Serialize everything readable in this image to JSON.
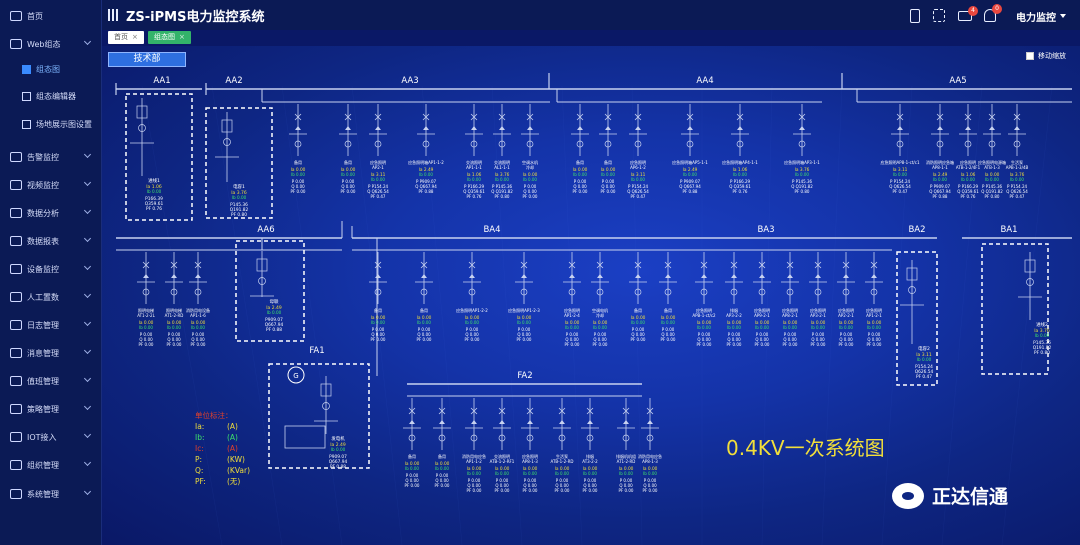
{
  "app": {
    "title": "ZS-iPMS电力监控系统",
    "user": "电力监控"
  },
  "header": {
    "mail_badge": "4",
    "bell_badge": "0"
  },
  "sidebar": {
    "items": [
      {
        "label": "首页"
      },
      {
        "label": "Web组态"
      },
      {
        "label": "组态图",
        "sub": true,
        "active": true
      },
      {
        "label": "组态编辑器",
        "sub": true
      },
      {
        "label": "场地展示图设置",
        "sub": true
      },
      {
        "label": "告警监控"
      },
      {
        "label": "视频监控"
      },
      {
        "label": "数据分析"
      },
      {
        "label": "数据报表"
      },
      {
        "label": "设备监控"
      },
      {
        "label": "人工置数"
      },
      {
        "label": "日志管理"
      },
      {
        "label": "消息管理"
      },
      {
        "label": "值班管理"
      },
      {
        "label": "策略管理"
      },
      {
        "label": "IOT接入"
      },
      {
        "label": "组织管理"
      },
      {
        "label": "系统管理"
      }
    ]
  },
  "tabs": [
    {
      "label": "首页"
    },
    {
      "label": "组态图"
    }
  ],
  "canvas": {
    "department_button": "技术部",
    "zoom_toggle_label": "移动缩放",
    "diagram_title": "0.4KV一次系统图",
    "watermark": "正达信通"
  },
  "legend": {
    "title": "单位标注：",
    "rows": [
      {
        "key": "Ia:",
        "unit": "(A)",
        "color": "#f2df3a"
      },
      {
        "key": "Ib:",
        "unit": "(A)",
        "color": "#3ee06a"
      },
      {
        "key": "Ic:",
        "unit": "(A)",
        "color": "#e0402b"
      },
      {
        "key": "P:",
        "unit": "(KW)",
        "color": "#f2df3a"
      },
      {
        "key": "Q:",
        "unit": "(KVar)",
        "color": "#f2df3a"
      },
      {
        "key": "PF:",
        "unit": "(无)",
        "color": "#f2df3a"
      }
    ]
  },
  "panels": {
    "AA1": {
      "label": "AA1",
      "device": "进线1",
      "Ia": "1.06",
      "P": "P166.39",
      "Q": "Q359.61",
      "PF": "0.76"
    },
    "AA2": {
      "label": "AA2",
      "device": "电容1",
      "Ia": "3.76",
      "P": "P145.36",
      "Q": "Q191.82",
      "PF": "0.80"
    },
    "AA3": {
      "label": "AA3",
      "feeders": [
        {
          "name": "备用",
          "Ia": "0.00",
          "P": "0.00",
          "Q": "0.00",
          "PF": "0.00"
        },
        {
          "name": "备用",
          "Ia": "0.00",
          "P": "0.00",
          "Q": "0.00",
          "PF": "0.00"
        },
        {
          "name": "应急照明\nAP2-1",
          "Ia": "3.11",
          "P": "P154.24",
          "Q": "Q626.54",
          "PF": "0.47"
        },
        {
          "name": "应急照明箱AP1-1-2",
          "Ia": "2.49",
          "P": "P909.07",
          "Q": "Q667.94",
          "PF": "0.88"
        },
        {
          "name": "交流照明\nAP1-1-1",
          "Ia": "1.06",
          "P": "P166.29",
          "Q": "Q359.61",
          "PF": "0.76"
        },
        {
          "name": "交流照明\nAL1-1-1",
          "Ia": "3.76",
          "P": "P145.36",
          "Q": "Q191.82",
          "PF": "0.80"
        },
        {
          "name": "空调水机\n冷却",
          "Ia": "0.00",
          "P": "0.00",
          "Q": "0.00",
          "PF": "0.00"
        }
      ]
    },
    "AA4": {
      "label": "AA4",
      "feeders": [
        {
          "name": "备用",
          "Ia": "0.00",
          "P": "0.00",
          "Q": "0.00",
          "PF": "0.00"
        },
        {
          "name": "备用",
          "Ia": "0.00",
          "P": "0.00",
          "Q": "0.00",
          "PF": "0.00"
        },
        {
          "name": "应急照明\nAP6-1-2",
          "Ia": "3.11",
          "P": "P154.24",
          "Q": "Q626.54",
          "PF": "0.47"
        },
        {
          "name": "应急照明箱AP5-1-1",
          "Ia": "2.49",
          "P": "P909.07",
          "Q": "Q667.94",
          "PF": "0.88"
        },
        {
          "name": "应急照明箱AP4-1-1",
          "Ia": "1.06",
          "P": "P166.29",
          "Q": "Q359.61",
          "PF": "0.76"
        },
        {
          "name": "应急照明箱AP3-1-1",
          "Ia": "3.76",
          "P": "P145.36",
          "Q": "Q191.82",
          "PF": "0.80"
        }
      ]
    },
    "AA5": {
      "label": "AA5",
      "feeders": [
        {
          "name": "应急照明AP8-1-ct/c1",
          "Ia": "3.11",
          "P": "P154.24",
          "Q": "Q626.54",
          "PF": "0.47"
        },
        {
          "name": "消防照明应急箱\nAP8-1-1",
          "Ia": "2.49",
          "P": "P909.07",
          "Q": "Q667.94",
          "PF": "0.88"
        },
        {
          "name": "应急照明\nATB-1-2/4F1",
          "Ia": "1.06",
          "P": "P166.29",
          "Q": "Q359.61",
          "PF": "0.76"
        },
        {
          "name": "应急照明电源箱\nATB-1-3",
          "Ia": "0.00",
          "P": "P145.36",
          "Q": "Q191.82",
          "PF": "0.80"
        },
        {
          "name": "生活泵\nAPB-1-3/4B",
          "Ia": "3.76",
          "P": "P154.24",
          "Q": "Q626.54",
          "PF": "0.47"
        }
      ]
    },
    "AA6": {
      "label": "AA6",
      "device": "母联",
      "Ia": "2.49",
      "P": "P909.07",
      "Q": "Q667.94",
      "PF": "0.88"
    },
    "BA1": {
      "label": "BA1",
      "device": "进线2",
      "Ia": "3.76",
      "P": "P145.36",
      "Q": "Q191.82",
      "PF": "0.80"
    },
    "BA2": {
      "label": "BA2",
      "device": "电容2",
      "Ia": "3.11",
      "P": "P154.24",
      "Q": "Q626.54",
      "PF": "0.47"
    },
    "BA3": {
      "label": "BA3",
      "feeders": [
        {
          "name": "备用",
          "Ia": "0.00",
          "P": "0.00",
          "Q": "0.00",
          "PF": "0.00"
        },
        {
          "name": "备用",
          "Ia": "0.00",
          "P": "0.00",
          "Q": "0.00",
          "PF": "0.00"
        },
        {
          "name": "应急照明\nAPB-1-ct/c2",
          "Ia": "0.00",
          "P": "0.00",
          "Q": "0.00",
          "PF": "0.00"
        },
        {
          "name": "排烟\nAP3-2-2",
          "Ia": "0.00",
          "P": "0.00",
          "Q": "0.00",
          "PF": "0.00"
        },
        {
          "name": "应急照明\nAP9-2-1",
          "Ia": "0.00",
          "P": "0.00",
          "Q": "0.00",
          "PF": "0.00"
        },
        {
          "name": "应急照明\nAP8-2-1",
          "Ia": "0.00",
          "P": "0.00",
          "Q": "0.00",
          "PF": "0.00"
        },
        {
          "name": "应急照明\nAP3-2-1",
          "Ia": "0.00",
          "P": "0.00",
          "Q": "0.00",
          "PF": "0.00"
        },
        {
          "name": "应急照明\nAP2-2-1",
          "Ia": "0.00",
          "P": "0.00",
          "Q": "0.00",
          "PF": "0.00"
        },
        {
          "name": "应急照明\nAP1-2-1",
          "Ia": "0.00",
          "P": "0.00",
          "Q": "0.00",
          "PF": "0.00"
        }
      ]
    },
    "BA4": {
      "label": "BA4",
      "feeders": [
        {
          "name": "照明电梯\nAT1-2-2L",
          "Ia": "0.00",
          "P": "0.00",
          "Q": "0.00",
          "PF": "0.00"
        },
        {
          "name": "照明电梯\nAT1-2-RD",
          "Ia": "0.00",
          "P": "0.00",
          "Q": "0.00",
          "PF": "0.00"
        },
        {
          "name": "消防用电设备\nAP1-1-6",
          "Ia": "0.00",
          "P": "0.00",
          "Q": "0.00",
          "PF": "0.00"
        },
        {
          "name": "备用",
          "Ia": "0.00",
          "P": "0.00",
          "Q": "0.00",
          "PF": "0.00"
        },
        {
          "name": "备用",
          "Ia": "0.00",
          "P": "0.00",
          "Q": "0.00",
          "PF": "0.00"
        },
        {
          "name": "应急照明AP1-2-2",
          "Ia": "0.00",
          "P": "0.00",
          "Q": "0.00",
          "PF": "0.00"
        },
        {
          "name": "应急照明AP1-2-3",
          "Ia": "0.00",
          "P": "0.00",
          "Q": "0.00",
          "PF": "0.00"
        },
        {
          "name": "应急照明\nAP1-2-4",
          "Ia": "0.00",
          "P": "0.00",
          "Q": "0.00",
          "PF": "0.00"
        },
        {
          "name": "空调电机\n冷却",
          "Ia": "0.00",
          "P": "0.00",
          "Q": "0.00",
          "PF": "0.00"
        }
      ]
    },
    "FA1": {
      "label": "FA1",
      "device": "发电机",
      "Ia": "2.49",
      "P": "P909.07",
      "Q": "Q667.94",
      "PF": "0.88"
    },
    "FA2": {
      "label": "FA2",
      "feeders": [
        {
          "name": "备用",
          "Ia": "0.00",
          "P": "0.00",
          "Q": "0.00",
          "PF": "0.00"
        },
        {
          "name": "备用",
          "Ia": "0.00",
          "P": "0.00",
          "Q": "0.00",
          "PF": "0.00"
        },
        {
          "name": "消防用电应急\nAP1-1-2",
          "Ia": "0.00",
          "P": "0.00",
          "Q": "0.00",
          "PF": "0.00"
        },
        {
          "name": "交流照明\nATB-1-2-RF1",
          "Ia": "0.00",
          "P": "0.00",
          "Q": "0.00",
          "PF": "0.00"
        },
        {
          "name": "应急照明\nAP8-1-3",
          "Ia": "0.00",
          "P": "0.00",
          "Q": "0.00",
          "PF": "0.00"
        },
        {
          "name": "生活泵\nATB-1-2-RD",
          "Ia": "0.00",
          "P": "0.00",
          "Q": "0.00",
          "PF": "0.00"
        },
        {
          "name": "排烟\nAT3-2-2",
          "Ia": "0.00",
          "P": "0.00",
          "Q": "0.00",
          "PF": "0.00"
        },
        {
          "name": "排烟机机组\nAT1-2-RD",
          "Ia": "0.00",
          "P": "0.00",
          "Q": "0.00",
          "PF": "0.00"
        },
        {
          "name": "消防用电应急\nAP8-1-3",
          "Ia": "0.00",
          "P": "0.00",
          "Q": "0.00",
          "PF": "0.00"
        }
      ]
    }
  },
  "colors": {
    "bus": "#c8d2f0",
    "ia": "#f2df3a",
    "ib": "#3ee06a",
    "ic": "#e0402b",
    "title": "#f2df3a",
    "dashed": "#ffffff"
  }
}
